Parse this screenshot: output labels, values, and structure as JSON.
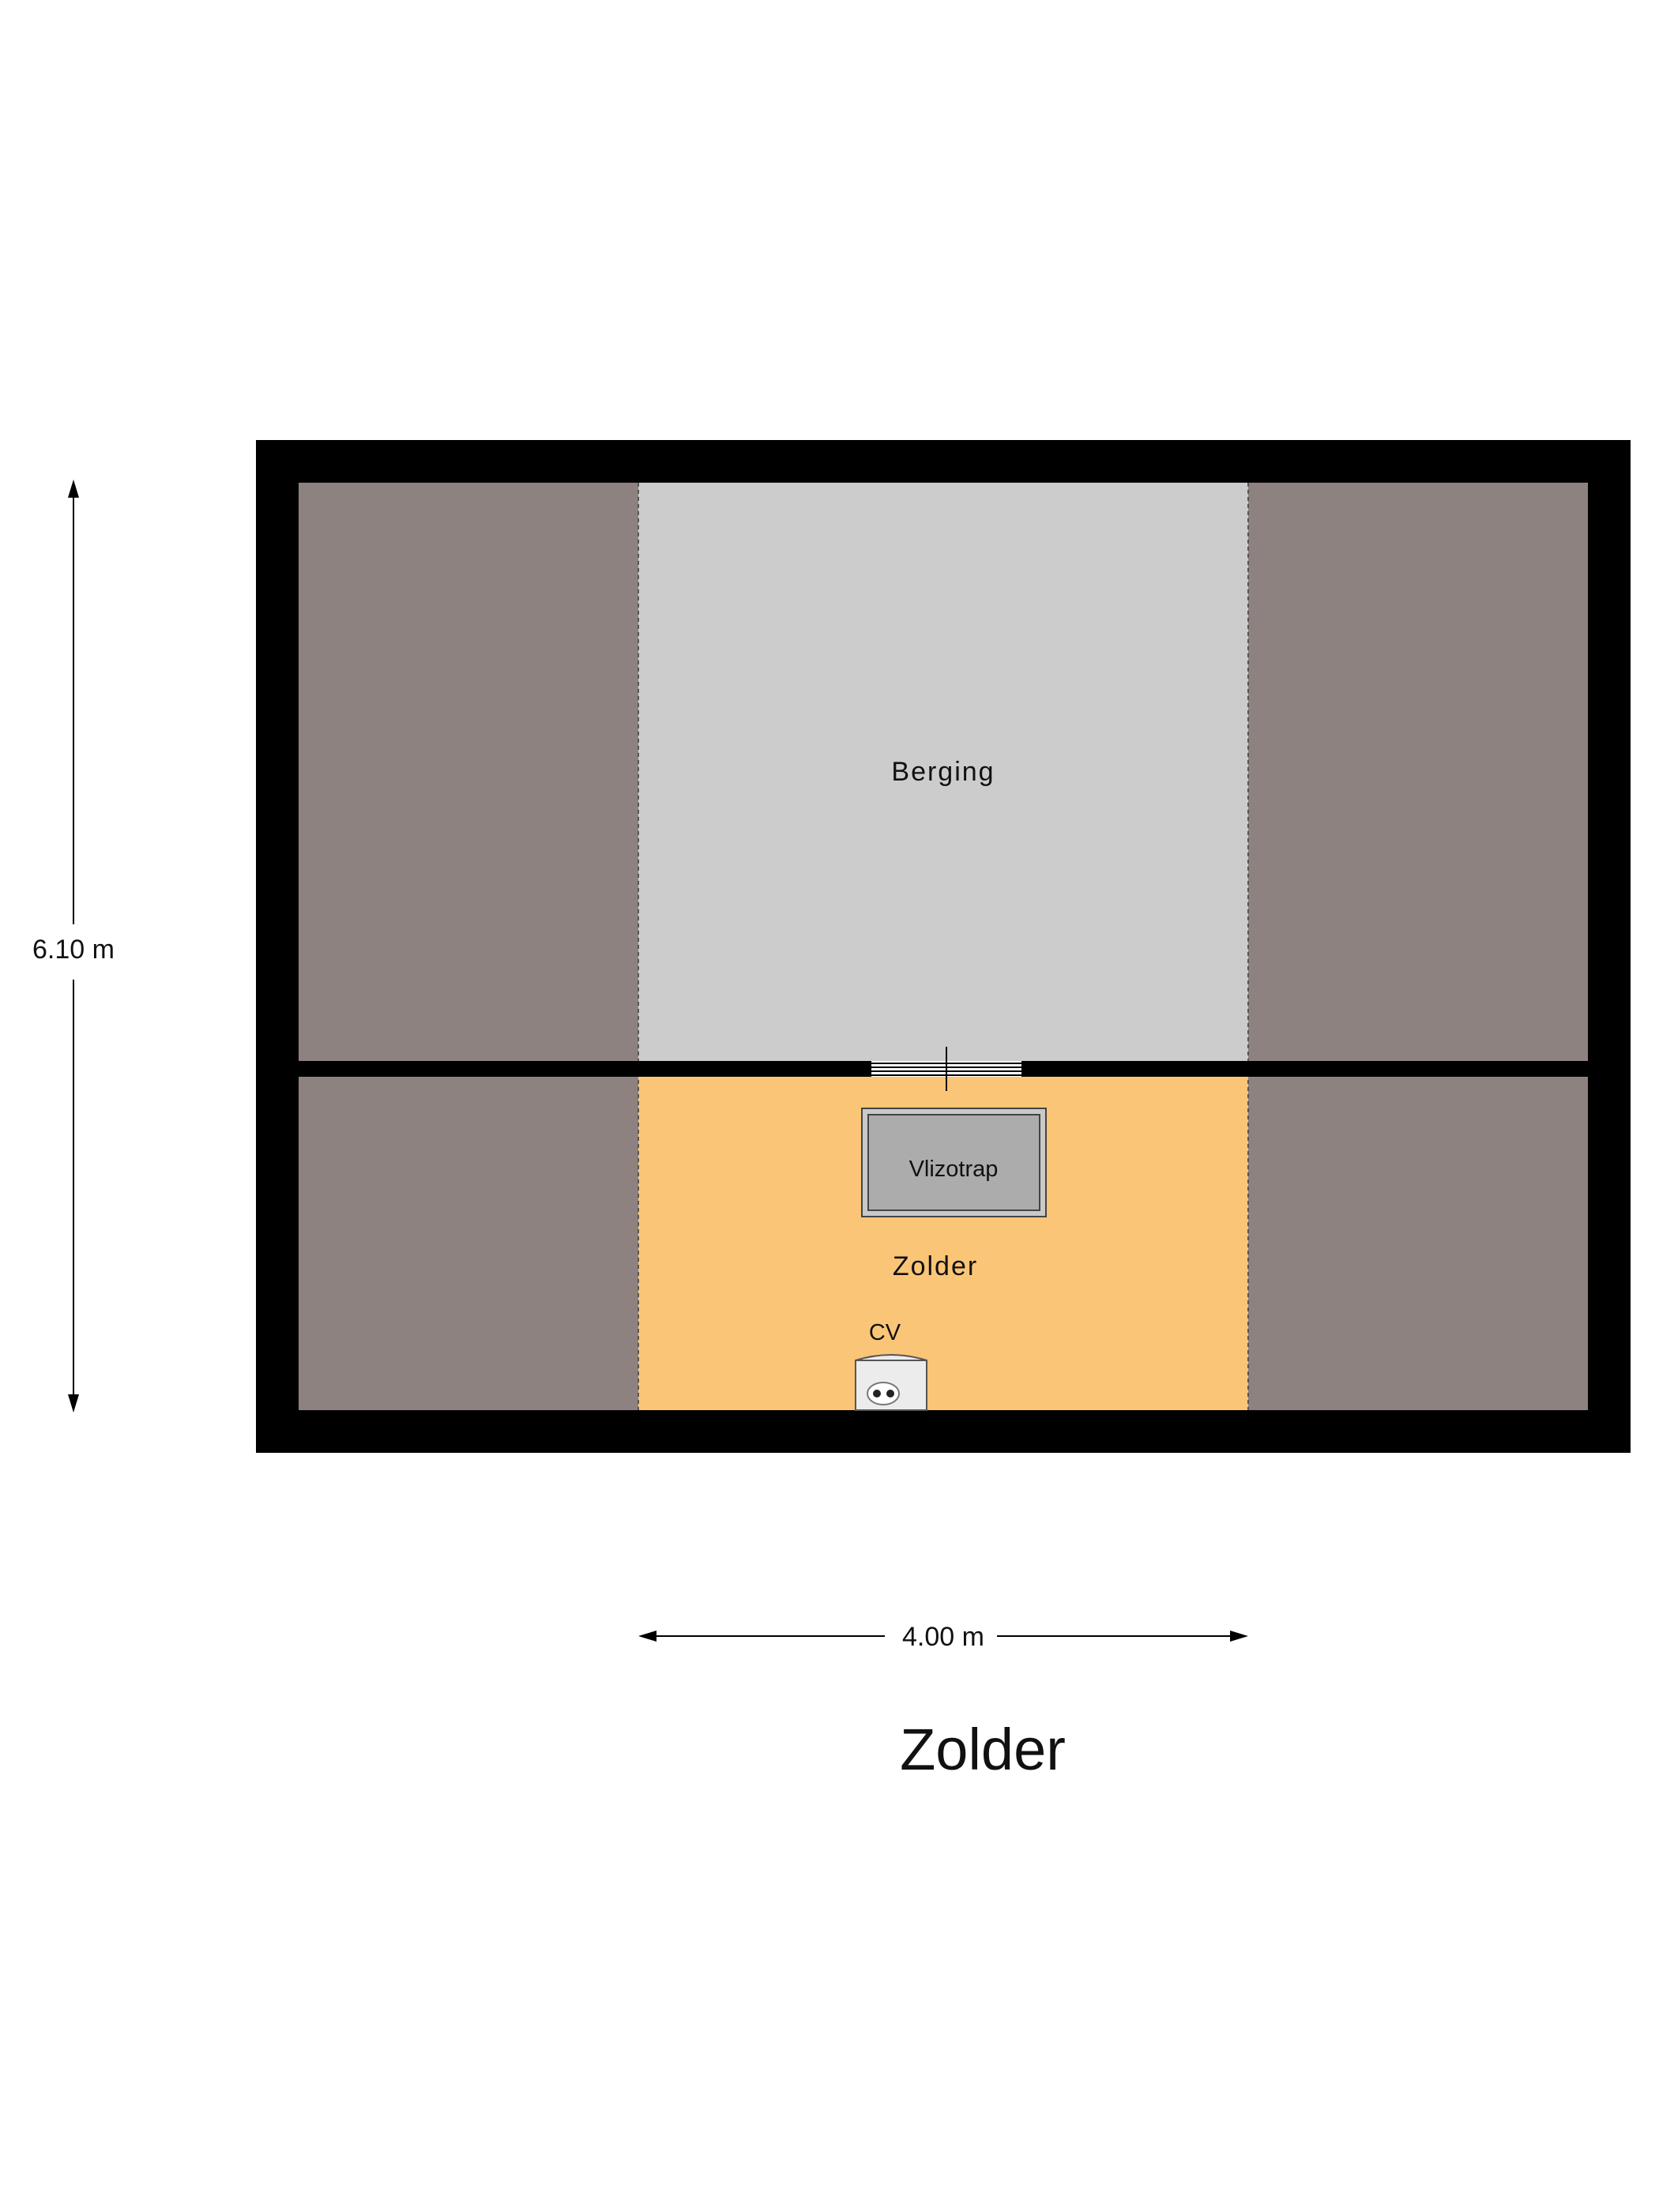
{
  "floor_title": "Zolder",
  "rooms": {
    "berging": "Berging",
    "zolder": "Zolder",
    "vlizotrap": "Vlizotrap",
    "cv": "CV"
  },
  "dimensions": {
    "height_label": "6.10 m",
    "width_label": "4.00 m"
  },
  "colors": {
    "wall": "#000000",
    "low_ceiling": "#8e8280",
    "berging_floor": "#cccccc",
    "zolder_floor": "#fbc577",
    "hatch": "#c9c9c9"
  }
}
